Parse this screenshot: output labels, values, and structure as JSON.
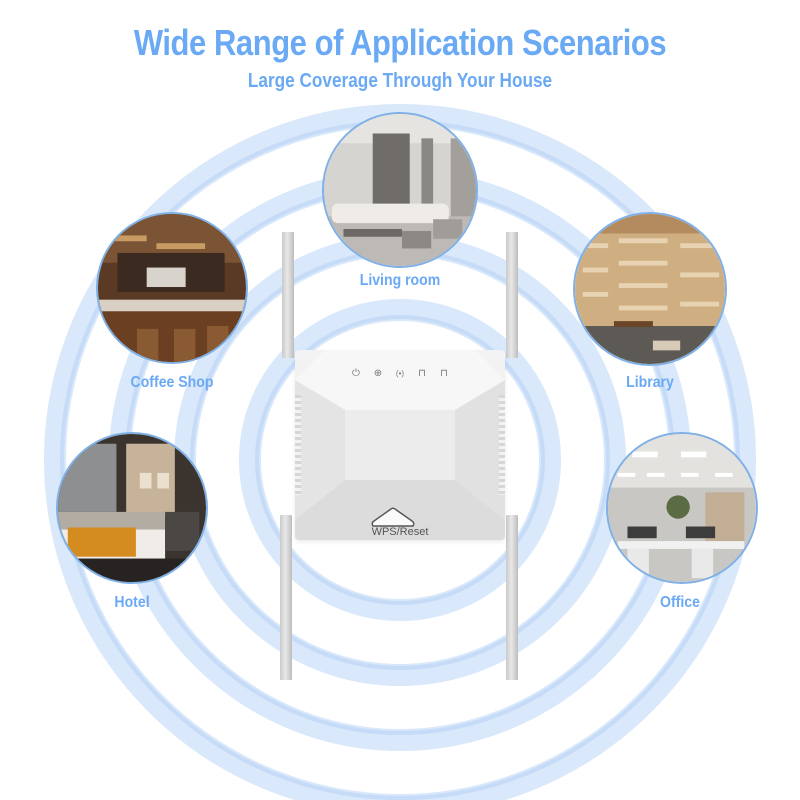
{
  "header": {
    "title": "Wide Range of Application Scenarios",
    "subtitle": "Large Coverage Through Your House"
  },
  "colors": {
    "accent": "#6aa9f4",
    "ring": "#cfe2f8",
    "ring_edge": "#a9c9ef",
    "scene_border": "#7fb0e6",
    "device_body": "#efefef"
  },
  "device": {
    "leds": [
      {
        "icon": "power-icon",
        "glyph": "⏻"
      },
      {
        "icon": "globe-icon",
        "glyph": "⊕"
      },
      {
        "icon": "wifi-signal-icon",
        "glyph": "(•)"
      },
      {
        "icon": "ethernet-port-icon",
        "glyph": "⊓"
      },
      {
        "icon": "ethernet-port-icon",
        "glyph": "⊓"
      }
    ],
    "button_label": "WPS/Reset"
  },
  "scenarios": [
    {
      "label": "Living room"
    },
    {
      "label": "Coffee Shop"
    },
    {
      "label": "Library"
    },
    {
      "label": "Hotel"
    },
    {
      "label": "Office"
    }
  ]
}
